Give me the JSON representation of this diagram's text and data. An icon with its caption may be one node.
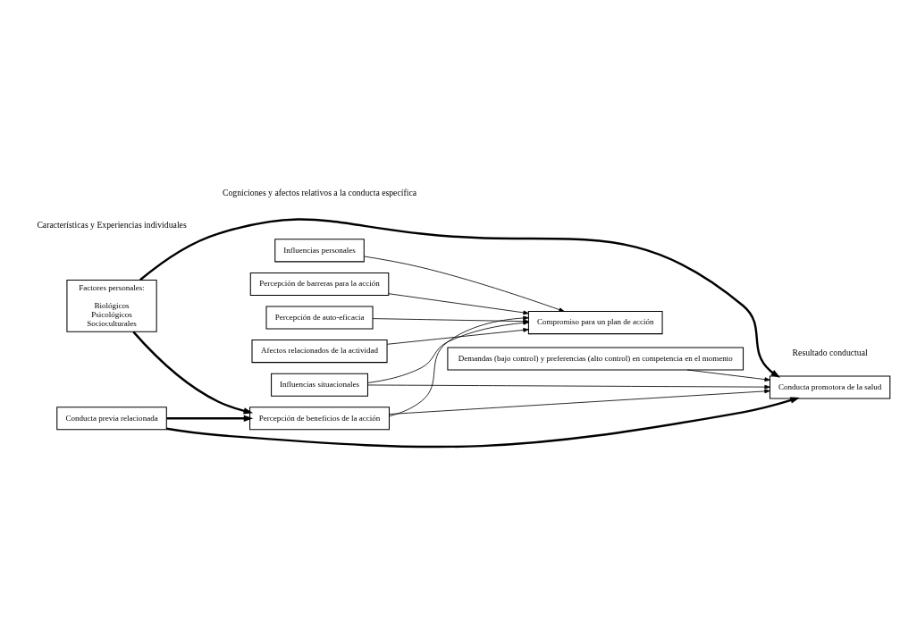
{
  "diagram": {
    "nodes": [
      {
        "text": [
          "Conducta previa relacionada"
        ]
      },
      {
        "text": [
          "Factores personales:",
          "Biológicos",
          "Psicológicos",
          "Socioculturales"
        ]
      },
      {
        "text": [
          "Percepción de beneficios de la acción"
        ]
      },
      {
        "text": [
          "Percepción de barreras para la acción"
        ]
      },
      {
        "text": [
          "Percepción de auto-eficacia"
        ]
      },
      {
        "text": [
          "Afectos relacionados de la actividad"
        ]
      },
      {
        "text": [
          "Influencias personales"
        ]
      },
      {
        "text": [
          "Influencias situacionales"
        ]
      },
      {
        "text": [
          "Demandas (bajo control) y preferencias (alto control) en competencia en el momento"
        ]
      },
      {
        "text": [
          "Compromiso para un plan de acción"
        ]
      },
      {
        "text": [
          "Conducta promotora de la salud"
        ]
      }
    ],
    "edges": [
      {
        "from": 0,
        "to": 2,
        "arrow": "to",
        "style": "thick"
      },
      {
        "from": 0,
        "to": 10,
        "arrow": "to",
        "style": "thick"
      },
      {
        "from": 1,
        "to": 2,
        "arrow": "to",
        "style": "thick"
      },
      {
        "from": 1,
        "to": 10,
        "arrow": "to",
        "style": "thick"
      },
      {
        "from": 2,
        "to": 10,
        "arrow": "to"
      },
      {
        "from": 2,
        "to": 9,
        "arrow": "to"
      },
      {
        "from": 3,
        "to": 9,
        "arrow": "to"
      },
      {
        "from": 4,
        "to": 9,
        "arrow": "to"
      },
      {
        "from": 5,
        "to": 9,
        "arrow": "to"
      },
      {
        "from": 6,
        "to": 9,
        "arrow": "to"
      },
      {
        "from": 7,
        "to": 9,
        "arrow": "to"
      },
      {
        "from": 7,
        "to": 10,
        "arrow": "to"
      },
      {
        "from": 8,
        "to": 10,
        "arrow": "to"
      }
    ],
    "labels": [
      "Características y Experiencias individuales",
      "Cogniciones y afectos relativos a la conducta específica",
      "Resultado conductual"
    ]
  }
}
